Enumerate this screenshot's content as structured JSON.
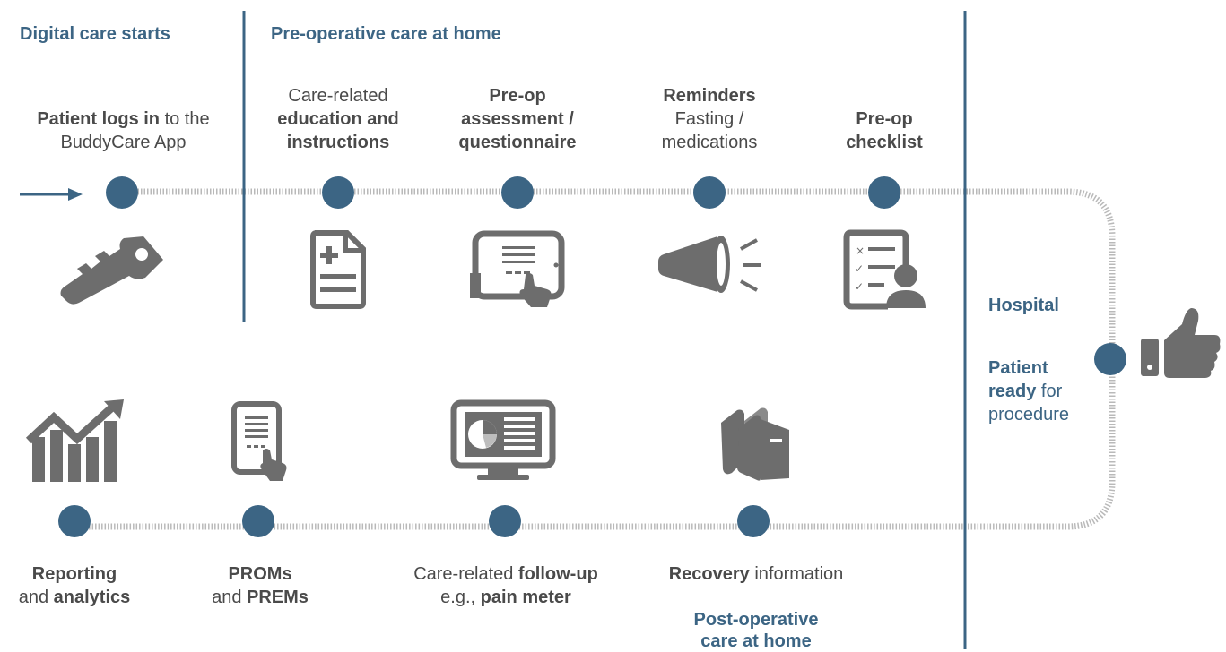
{
  "headers": {
    "digital_care": "Digital care starts",
    "preop_home": "Pre-operative care at home",
    "postop_home_1": "Post-operative",
    "postop_home_2": "care at home",
    "hospital": "Hospital"
  },
  "top_steps": {
    "login": {
      "bold": "Patient logs in",
      "rest1": " to the",
      "line2": "BuddyCare App"
    },
    "education": {
      "line1": "Care-related",
      "line2": "education and",
      "line3": "instructions"
    },
    "assessment": {
      "line1": "Pre-op",
      "line2": "assessment /",
      "line3": "questionnaire"
    },
    "reminders": {
      "line1": "Reminders",
      "line2": "Fasting /",
      "line3": "medications"
    },
    "checklist": {
      "line1": "Pre-op",
      "line2": "checklist"
    }
  },
  "hospital_step": {
    "line1": "Patient",
    "line2_bold": "ready",
    "line2_rest": " for",
    "line3": "procedure"
  },
  "bottom_steps": {
    "reporting": {
      "line1": "Reporting",
      "line2_a": "and ",
      "line2_b": "analytics"
    },
    "proms": {
      "line1": "PROMs",
      "line2_a": "and ",
      "line2_b": "PREMs"
    },
    "followup": {
      "line1_a": "Care-related ",
      "line1_b": "follow-up",
      "line2_a": "e.g., ",
      "line2_b": "pain meter"
    },
    "recovery": {
      "bold": "Recovery",
      "rest": " information"
    }
  },
  "colors": {
    "accent": "#3c6584",
    "icon": "#6d6d6d",
    "text": "#4a4a4a",
    "dotted": "#bdbdbd"
  },
  "icons": [
    "arrow-icon",
    "key-icon",
    "document-plus-icon",
    "tablet-touch-icon",
    "megaphone-icon",
    "checklist-person-icon",
    "thumbs-up-icon",
    "chart-growth-icon",
    "ereader-touch-icon",
    "monitor-chart-icon",
    "books-icon"
  ]
}
